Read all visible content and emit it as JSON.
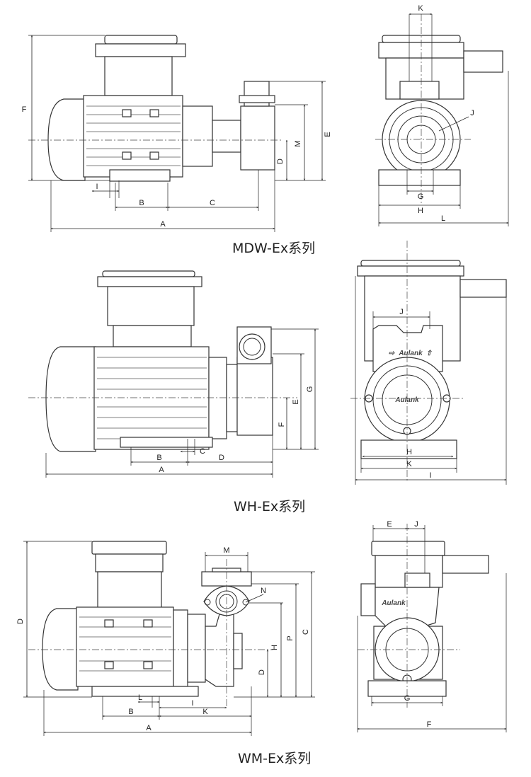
{
  "brand": "Aulank",
  "sections": {
    "mdw": {
      "caption": "MDW-Ex系列",
      "side_labels": {
        "F": "F",
        "I": "I",
        "B": "B",
        "C": "C",
        "A": "A",
        "D": "D",
        "M": "M",
        "E": "E"
      },
      "end_labels": {
        "K": "K",
        "J": "J",
        "G": "G",
        "H": "H",
        "L": "L"
      }
    },
    "wh": {
      "caption": "WH-Ex系列",
      "side_labels": {
        "B": "B",
        "C": "C",
        "D": "D",
        "A": "A",
        "F": "F",
        "E": "E",
        "G": "G"
      },
      "end_labels": {
        "J": "J",
        "H": "H",
        "K": "K",
        "I": "I"
      },
      "flow_arrow": "⇨",
      "up_arrow": "⇧"
    },
    "wm": {
      "caption": "WM-Ex系列",
      "side_labels": {
        "D_left": "D",
        "M": "M",
        "N": "N",
        "D": "D",
        "H": "H",
        "P": "P",
        "C": "C",
        "L": "L",
        "I": "I",
        "B": "B",
        "K": "K",
        "A": "A"
      },
      "end_labels": {
        "E": "E",
        "J": "J",
        "G": "G",
        "F": "F"
      }
    }
  }
}
